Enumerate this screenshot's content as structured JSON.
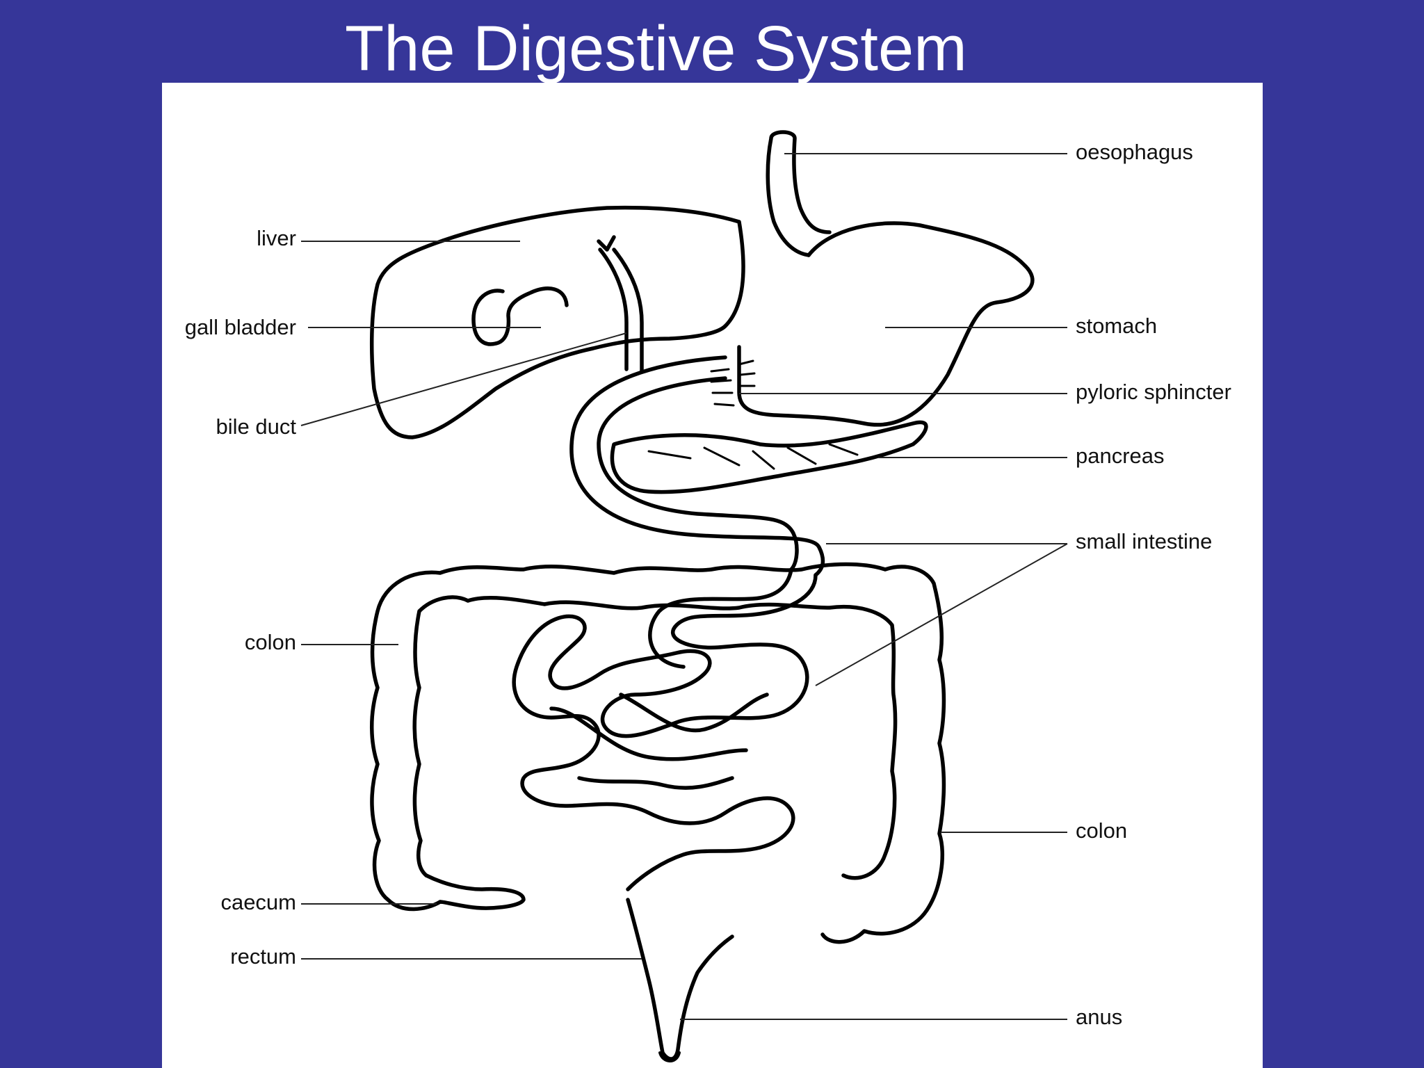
{
  "title": "The Digestive System",
  "colors": {
    "background": "#363699",
    "panel": "#ffffff",
    "title": "#ffffff"
  },
  "labels": {
    "liver": "liver",
    "gall_bladder": "gall bladder",
    "bile_duct": "bile duct",
    "colon_left": "colon",
    "caecum": "caecum",
    "rectum": "rectum",
    "oesophagus": "oesophagus",
    "stomach": "stomach",
    "pyloric_sphincter": "pyloric sphincter",
    "pancreas": "pancreas",
    "small_intestine": "small intestine",
    "colon_right": "colon",
    "anus": "anus"
  }
}
